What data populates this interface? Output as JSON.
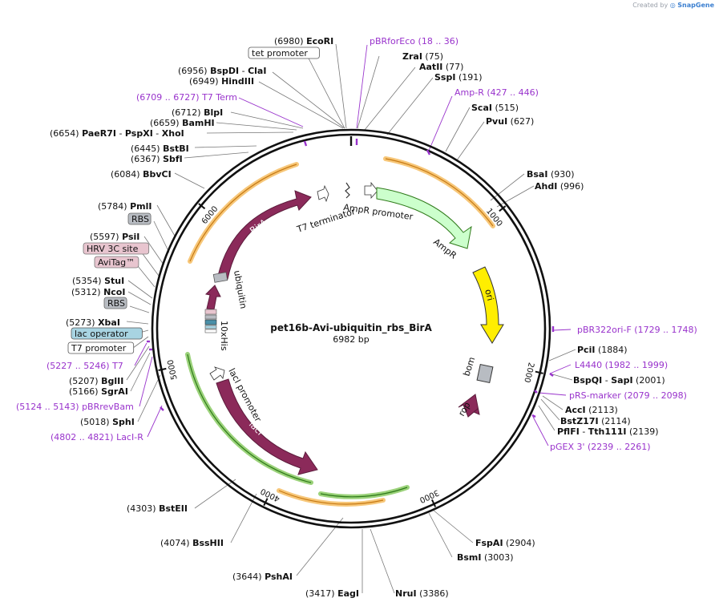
{
  "watermark": {
    "prefix": "Created by",
    "brand": "SnapGene"
  },
  "map": {
    "name": "pet16b-Avi-ubiquitin_rbs_BirA",
    "length_label": "6982 bp",
    "length": 6982,
    "ticks": [
      "1000",
      "2000",
      "3000",
      "4000",
      "5000",
      "6000"
    ]
  },
  "colors": {
    "purple": "#9933cc",
    "feature_maroon": "#8b2a5a",
    "promoter_green_fill": "#ccffcc",
    "ori_yellow": "#ffee00",
    "orange_highlight": "#f7c779",
    "green_highlight": "#9bd27a",
    "gray_box": "#b8bcc2",
    "pink_box": "#e8c5cf",
    "blue_box": "#a8d4e2"
  },
  "labels": [
    {
      "id": "ecori",
      "pos": "(6980)",
      "name": "EcoRI",
      "type": "site"
    },
    {
      "id": "tet-promoter",
      "name": "tet promoter",
      "type": "box-white"
    },
    {
      "id": "bspdi-clai",
      "pos": "(6956)",
      "name": "BspDI",
      "name2": "ClaI",
      "type": "site2"
    },
    {
      "id": "hindiii",
      "pos": "(6949)",
      "name": "HindIII",
      "type": "site"
    },
    {
      "id": "t7-term",
      "pos": "(6709 .. 6727)",
      "name": "T7 Term",
      "type": "primer"
    },
    {
      "id": "blpi",
      "pos": "(6712)",
      "name": "BlpI",
      "type": "site"
    },
    {
      "id": "bamhi",
      "pos": "(6659)",
      "name": "BamHI",
      "type": "site"
    },
    {
      "id": "paer7i-pspxi-xhoi",
      "pos": "(6654)",
      "name": "PaeR7I",
      "name2": "PspXI",
      "name3": "XhoI",
      "type": "site3"
    },
    {
      "id": "bstbi",
      "pos": "(6445)",
      "name": "BstBI",
      "type": "site"
    },
    {
      "id": "sbfi",
      "pos": "(6367)",
      "name": "SbfI",
      "type": "site"
    },
    {
      "id": "bbvci",
      "pos": "(6084)",
      "name": "BbvCI",
      "type": "site"
    },
    {
      "id": "pmli",
      "pos": "(5784)",
      "name": "PmlI",
      "type": "site"
    },
    {
      "id": "rbs1",
      "name": "RBS",
      "type": "box-gray"
    },
    {
      "id": "psii",
      "pos": "(5597)",
      "name": "PsiI",
      "type": "site"
    },
    {
      "id": "hrv3c",
      "name": "HRV 3C site",
      "type": "box-pink"
    },
    {
      "id": "avitag",
      "name": "AviTag™",
      "type": "box-pink"
    },
    {
      "id": "stui",
      "pos": "(5354)",
      "name": "StuI",
      "type": "site"
    },
    {
      "id": "ncoi",
      "pos": "(5312)",
      "name": "NcoI",
      "type": "site"
    },
    {
      "id": "rbs2",
      "name": "RBS",
      "type": "box-gray"
    },
    {
      "id": "xbai",
      "pos": "(5273)",
      "name": "XbaI",
      "type": "site"
    },
    {
      "id": "lac-operator",
      "name": "lac operator",
      "type": "box-blue"
    },
    {
      "id": "t7-promoter",
      "name": "T7 promoter",
      "type": "box-white"
    },
    {
      "id": "t7-primer",
      "pos": "(5227 .. 5246)",
      "name": "T7",
      "type": "primer"
    },
    {
      "id": "bglii",
      "pos": "(5207)",
      "name": "BglII",
      "type": "site"
    },
    {
      "id": "sgrai",
      "pos": "(5166)",
      "name": "SgrAI",
      "type": "site"
    },
    {
      "id": "pbrrevbam",
      "pos": "(5124 .. 5143)",
      "name": "pBRrevBam",
      "type": "primer"
    },
    {
      "id": "sphi",
      "pos": "(5018)",
      "name": "SphI",
      "type": "site"
    },
    {
      "id": "laci-r",
      "pos": "(4802 .. 4821)",
      "name": "LacI-R",
      "type": "primer"
    },
    {
      "id": "pbrforeco",
      "pos": "(18 .. 36)",
      "name": "pBRforEco",
      "type": "primer-r"
    },
    {
      "id": "zrai",
      "pos": "(75)",
      "name": "ZraI",
      "type": "site-r"
    },
    {
      "id": "aatii",
      "pos": "(77)",
      "name": "AatII",
      "type": "site-r"
    },
    {
      "id": "sspi",
      "pos": "(191)",
      "name": "SspI",
      "type": "site-r"
    },
    {
      "id": "amp-r",
      "pos": "(427 .. 446)",
      "name": "Amp-R",
      "type": "primer-r"
    },
    {
      "id": "scai",
      "pos": "(515)",
      "name": "ScaI",
      "type": "site-r"
    },
    {
      "id": "pvui",
      "pos": "(627)",
      "name": "PvuI",
      "type": "site-r"
    },
    {
      "id": "bsai",
      "pos": "(930)",
      "name": "BsaI",
      "type": "site-r"
    },
    {
      "id": "ahdi",
      "pos": "(996)",
      "name": "AhdI",
      "type": "site-r"
    },
    {
      "id": "pbr322ori-f",
      "pos": "(1729 .. 1748)",
      "name": "pBR322ori-F",
      "type": "primer-r"
    },
    {
      "id": "pcii",
      "pos": "(1884)",
      "name": "PciI",
      "type": "site-r"
    },
    {
      "id": "l4440",
      "pos": "(1982 .. 1999)",
      "name": "L4440",
      "type": "primer-r"
    },
    {
      "id": "bspqi-sapi",
      "pos": "(2001)",
      "name": "BspQI",
      "name2": "SapI",
      "type": "site2-r"
    },
    {
      "id": "prs-marker",
      "pos": "(2079 .. 2098)",
      "name": "pRS-marker",
      "type": "primer-r"
    },
    {
      "id": "acci",
      "pos": "(2113)",
      "name": "AccI",
      "type": "site-r"
    },
    {
      "id": "bstz17i",
      "pos": "(2114)",
      "name": "BstZ17I",
      "type": "site-r"
    },
    {
      "id": "pflfi-tth111i",
      "pos": "(2139)",
      "name": "PflFI",
      "name2": "Tth111I",
      "type": "site2-r"
    },
    {
      "id": "pgex3",
      "pos": "(2239 .. 2261)",
      "name": "pGEX 3'",
      "type": "primer-r"
    },
    {
      "id": "fspai",
      "pos": "(2904)",
      "name": "FspAI",
      "type": "site-r"
    },
    {
      "id": "bsmi",
      "pos": "(3003)",
      "name": "BsmI",
      "type": "site-r"
    },
    {
      "id": "nrui",
      "pos": "(3386)",
      "name": "NruI",
      "type": "site-r"
    },
    {
      "id": "eagi",
      "pos": "(3417)",
      "name": "EagI",
      "type": "site"
    },
    {
      "id": "pshai",
      "pos": "(3644)",
      "name": "PshAI",
      "type": "site"
    },
    {
      "id": "bsshii",
      "pos": "(4074)",
      "name": "BssHII",
      "type": "site"
    },
    {
      "id": "bsteii",
      "pos": "(4303)",
      "name": "BstEII",
      "type": "site"
    }
  ],
  "features": {
    "birA": "BirA",
    "ubiquitin": "ubiquitin",
    "his": "10xHis",
    "t7term": "T7 terminator",
    "ampr_promoter": "AmpR promoter",
    "ampr": "AmpR",
    "ori": "ori",
    "bom": "bom",
    "rop": "rop",
    "laci_promoter": "lacI promoter",
    "laci": "lacI"
  }
}
